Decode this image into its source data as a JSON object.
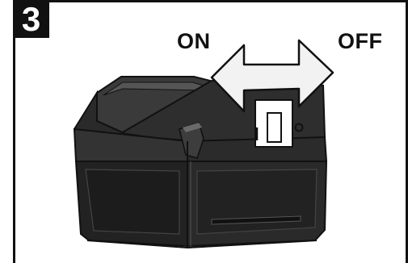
{
  "step": {
    "number": "3"
  },
  "labels": {
    "on": "ON",
    "off": "OFF"
  },
  "switch_marks": {
    "on_mark": "I",
    "off_mark": "O"
  },
  "colors": {
    "battery_dark": "#262626",
    "battery_mid": "#3a3a3a",
    "battery_light": "#4a4a4a",
    "arrow_fill": "#f2f2f2",
    "outline": "#111111"
  },
  "icons": {
    "arrow": "double-headed-arrow-icon",
    "battery": "battery-pack-icon",
    "switch": "toggle-switch-icon"
  }
}
